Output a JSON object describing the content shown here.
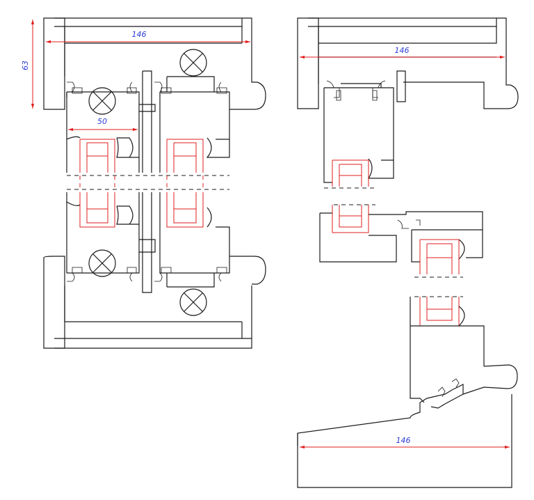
{
  "colors": {
    "line": "#1a1a1a",
    "dimension": "#e01e1e",
    "dimension_text": "#2a3bd6",
    "background": "#ffffff"
  },
  "dimensions": {
    "left_width": "146",
    "left_height": "63",
    "left_sash": "50",
    "right_top_width": "146",
    "right_bottom_width": "146"
  }
}
